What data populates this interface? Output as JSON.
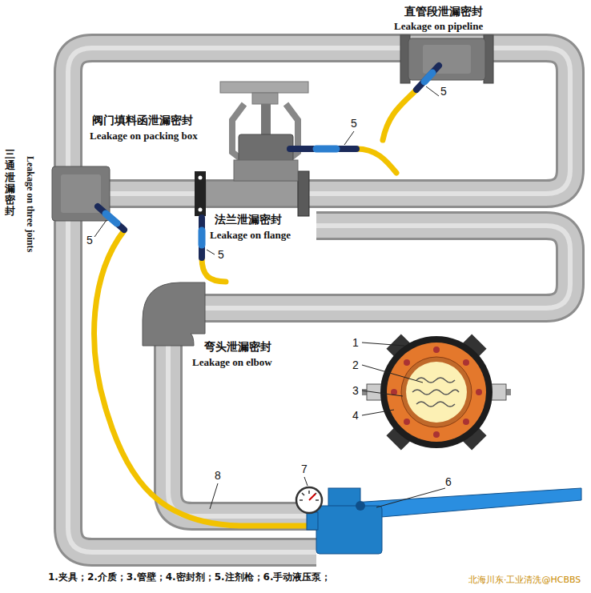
{
  "diagram": {
    "labels": [
      "直管段泄漏密封",
      "Leakage on pipeline",
      "5",
      "阀门填料函泄漏密封",
      "Leakage on packing box",
      "5",
      "三通泄漏密封",
      "Leakage on three joints",
      "5",
      "法兰泄漏密封",
      "Leakage on flange",
      "5",
      "弯头泄漏密封",
      "Leakage on elbow",
      "1",
      "2",
      "3",
      "4",
      "7",
      "6",
      "8",
      "1.夹具；2.介质；3.管壁；4.密封剂；5.注剂枪；6.手动液压泵；",
      "北海川东·工业清洗@HCBBS"
    ]
  }
}
